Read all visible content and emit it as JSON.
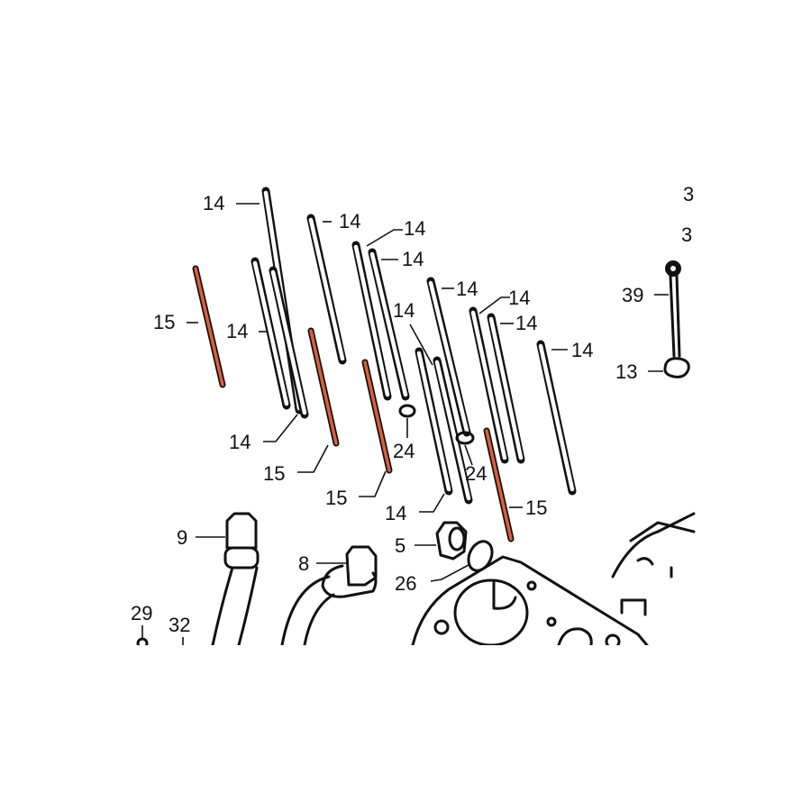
{
  "diagram": {
    "labels": {
      "stud_a": "14",
      "stud_b": "14",
      "stud_c": "14",
      "stud_d": "14",
      "red_stud_a": "15",
      "stud_e": "14",
      "stud_f": "14",
      "stud_g": "14",
      "stud_h": "14",
      "stud_i": "14",
      "stud_j": "14",
      "washer_a": "24",
      "washer_b": "24",
      "stud_k": "14",
      "red_stud_b": "15",
      "red_stud_c": "15",
      "stud_l": "14",
      "red_stud_d": "15",
      "bolt": "39",
      "clamp": "13",
      "top_cut_a": "3",
      "top_cut_b": "3",
      "hose_fitting_a": "9",
      "hose_fitting_b": "8",
      "plug": "5",
      "o_ring": "26",
      "part_29": "29",
      "part_32": "32"
    },
    "colors": {
      "highlight": "#d9603b",
      "line": "#111111",
      "background": "#ffffff"
    }
  }
}
